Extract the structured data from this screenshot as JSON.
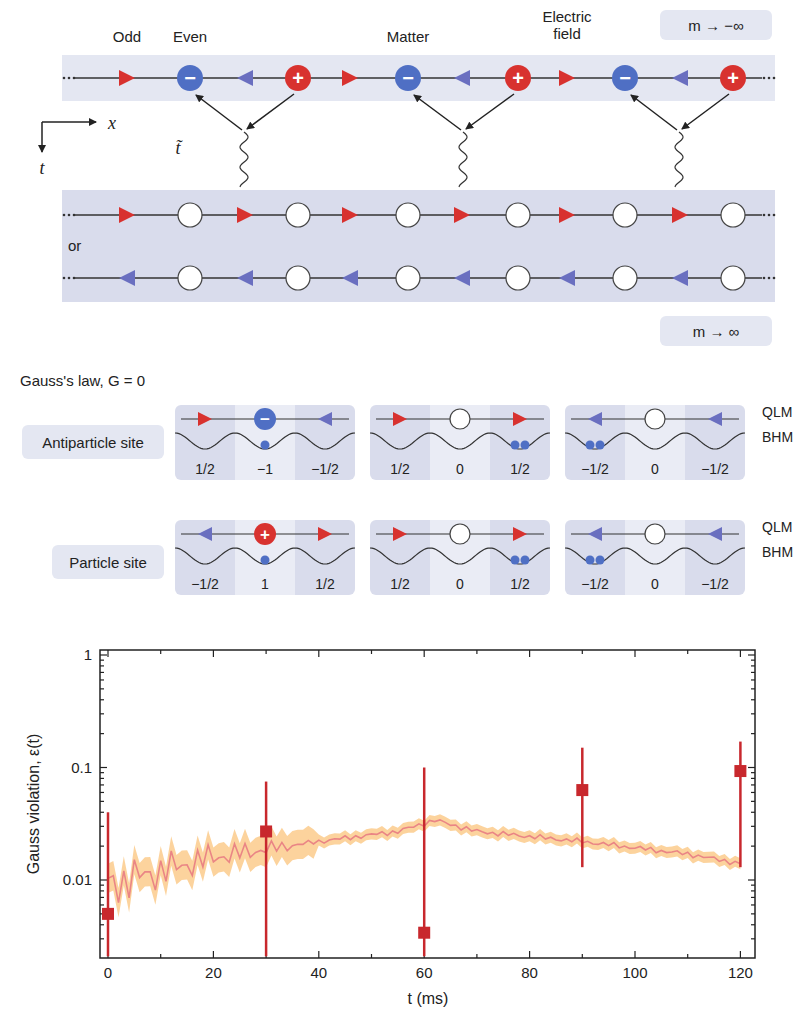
{
  "diagram": {
    "nodes": [
      {
        "text": [
          "m → −∞"
        ]
      },
      {
        "text": [
          "−"
        ]
      },
      {
        "text": [
          "+"
        ]
      },
      {
        "text": [
          "−"
        ]
      },
      {
        "text": [
          "+"
        ]
      },
      {
        "text": [
          "−"
        ]
      },
      {
        "text": [
          "+"
        ]
      },
      {
        "text": [
          "m → ∞"
        ]
      },
      {
        "text": [
          "Antiparticle site"
        ]
      },
      {
        "text": [
          "1/2",
          "−1",
          "−1/2"
        ]
      },
      {
        "text": [
          "−"
        ],
        "in": 9
      },
      {
        "text": [
          "1/2",
          "0",
          "1/2"
        ]
      },
      {
        "text": [
          "−1/2",
          "0",
          "−1/2"
        ]
      },
      {
        "text": [
          "Particle site"
        ]
      },
      {
        "text": [
          "−1/2",
          "1",
          "1/2"
        ]
      },
      {
        "text": [
          "+"
        ],
        "in": 14
      },
      {
        "text": [
          "1/2",
          "0",
          "1/2"
        ]
      },
      {
        "text": [
          "−1/2",
          "0",
          "−1/2"
        ]
      }
    ],
    "labels": [
      "Odd",
      "Even",
      "Matter",
      "Electric field",
      "x",
      "t",
      "t̃",
      "or",
      "Gauss's law, G = 0",
      "QLM",
      "BHM",
      "QLM",
      "BHM",
      "1",
      "0.1",
      "0.01",
      "0",
      "20",
      "40",
      "60",
      "80",
      "100",
      "120",
      "Gauss violation, ε(t)",
      "t (ms)"
    ]
  }
}
